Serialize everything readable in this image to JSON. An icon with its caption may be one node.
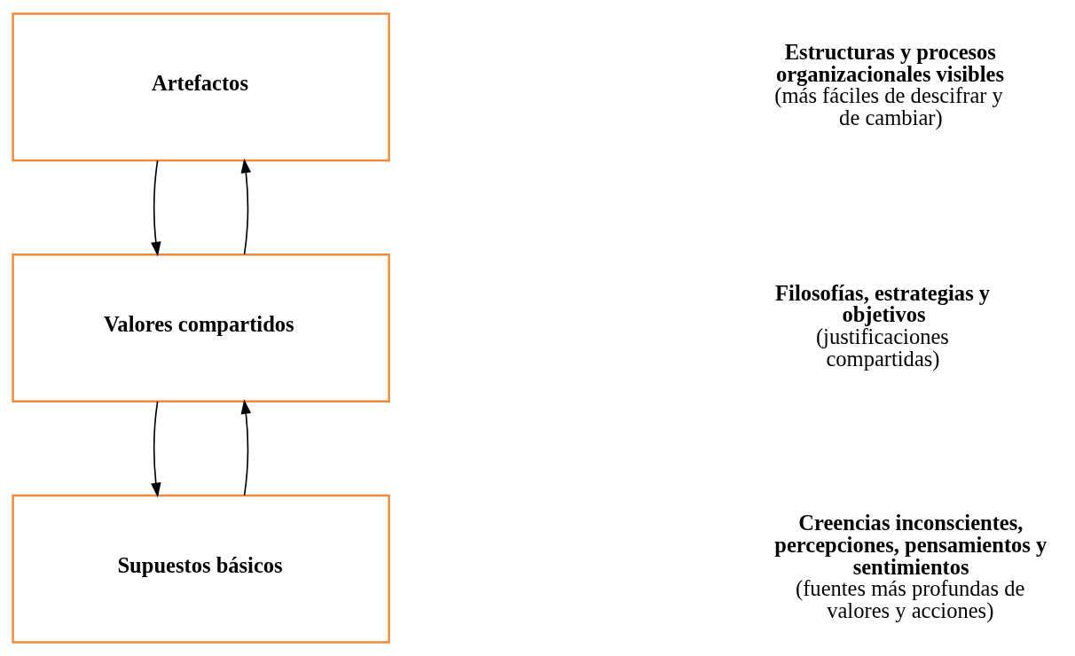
{
  "diagram": {
    "nodes": [
      {
        "text": [
          "Artefactos"
        ],
        "beside": [
          "Estructuras y procesos organizacionales visibles",
          "(más fáciles de descifrar y de cambiar)"
        ]
      },
      {
        "text": [
          "Valores compartidos"
        ],
        "beside": [
          "Filosofías, estrategias y objetivos",
          "(justificaciones compartidas)"
        ]
      },
      {
        "text": [
          "Supuestos básicos"
        ],
        "beside": [
          "Creencias inconscientes, percepciones, pensamientos y sentimientos",
          "(fuentes más profundas de valores y acciones)"
        ]
      }
    ],
    "edges": [
      {
        "from": 0,
        "to": 1,
        "arrow": "to"
      },
      {
        "from": 1,
        "to": 0,
        "arrow": "to"
      },
      {
        "from": 1,
        "to": 2,
        "arrow": "to"
      },
      {
        "from": 2,
        "to": 1,
        "arrow": "to"
      }
    ]
  }
}
